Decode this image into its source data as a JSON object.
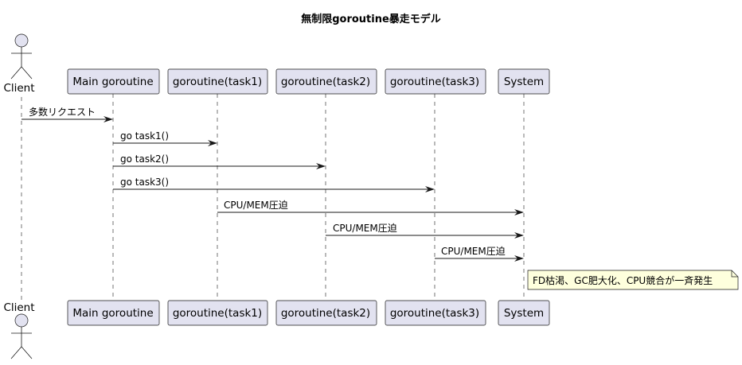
{
  "title": "無制限goroutine暴走モデル",
  "participants": {
    "client": "Client",
    "main": "Main goroutine",
    "task1": "goroutine(task1)",
    "task2": "goroutine(task2)",
    "task3": "goroutine(task3)",
    "system": "System"
  },
  "messages": [
    {
      "from": "client",
      "to": "main",
      "label": "多数リクエスト"
    },
    {
      "from": "main",
      "to": "task1",
      "label": "go task1()"
    },
    {
      "from": "main",
      "to": "task2",
      "label": "go task2()"
    },
    {
      "from": "main",
      "to": "task3",
      "label": "go task3()"
    },
    {
      "from": "task1",
      "to": "system",
      "label": "CPU/MEM圧迫"
    },
    {
      "from": "task2",
      "to": "system",
      "label": "CPU/MEM圧迫"
    },
    {
      "from": "task3",
      "to": "system",
      "label": "CPU/MEM圧迫"
    }
  ],
  "note": "FD枯渇、GC肥大化、CPU競合が一斉発生"
}
